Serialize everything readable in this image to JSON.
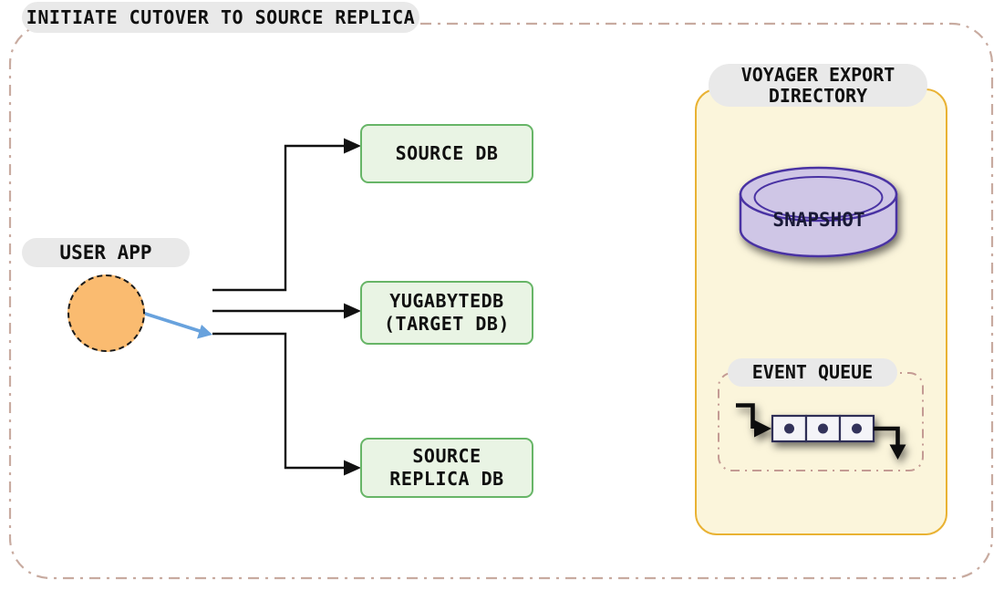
{
  "title": "INITIATE CUTOVER TO SOURCE REPLICA",
  "user_app": {
    "label": "USER APP",
    "node_icon": "orange-dashed-circle-icon"
  },
  "flow": {
    "from": "USER APP",
    "targets": [
      "SOURCE DB",
      "YUGABYTEDB (TARGET DB)",
      "SOURCE REPLICA DB"
    ],
    "blue_arrow_points_to": "SOURCE REPLICA DB"
  },
  "databases": [
    {
      "line1": "SOURCE DB"
    },
    {
      "line1": "YUGABYTEDB",
      "line2": "(TARGET DB)"
    },
    {
      "line1": "SOURCE",
      "line2": "REPLICA DB"
    }
  ],
  "voyager_panel": {
    "title_line1": "VOYAGER EXPORT",
    "title_line2": "DIRECTORY",
    "snapshot_label": "SNAPSHOT",
    "event_queue_label": "EVENT QUEUE"
  },
  "icons": {
    "snapshot": "database-cylinder-icon",
    "event_queue": "queue-cells-with-arrows-icon",
    "connectors": "black-elbow-arrow-icon",
    "user_flow": "blue-arrow-icon"
  },
  "colors": {
    "frame_border": "#C8ABA0",
    "label_pill_bg": "#E9E9E9",
    "user_app_fill": "#FABB70",
    "blue_arrow": "#68A2DD",
    "db_box_fill": "#E9F4E4",
    "db_box_border": "#67B567",
    "export_dir_fill": "#FBF5DB",
    "export_dir_border": "#E9B233",
    "snapshot_fill": "#CFC6E6",
    "snapshot_border": "#4A33A3",
    "queue_cell_fill": "#F4F4F8",
    "queue_cell_border": "#2E2E57",
    "queue_dashed_border": "#C49B94",
    "text": "#101010"
  }
}
